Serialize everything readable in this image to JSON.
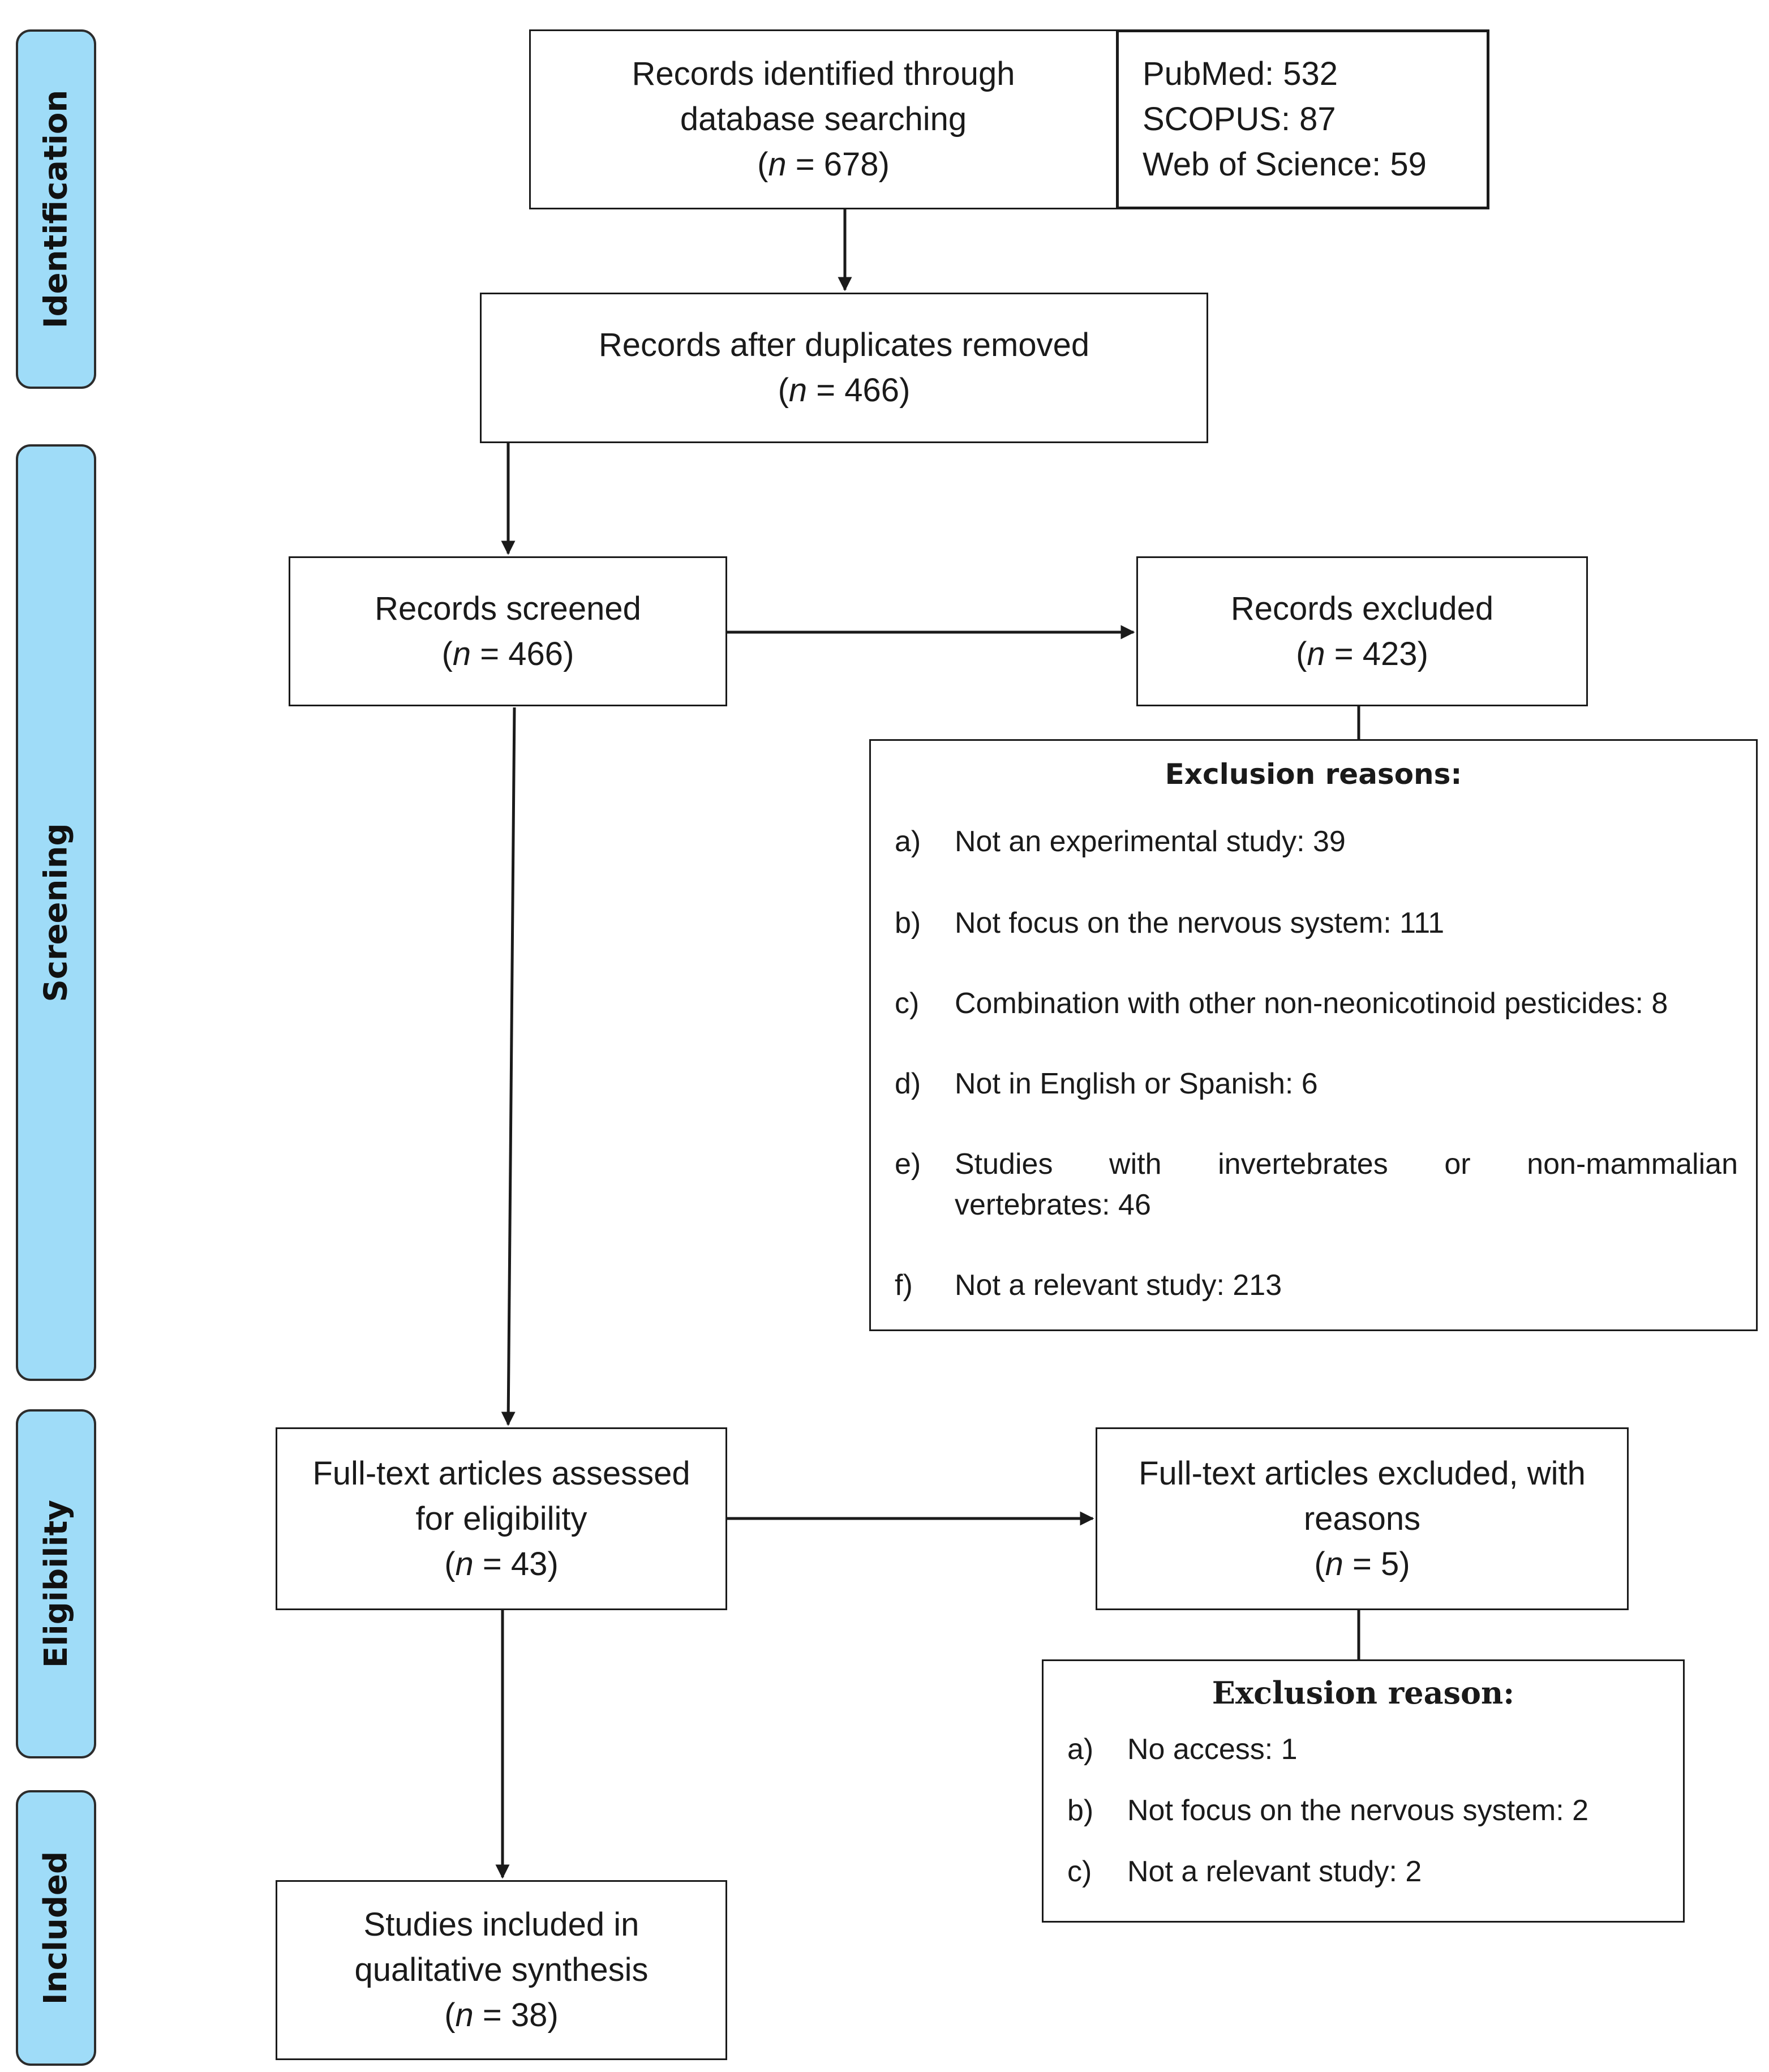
{
  "phases": {
    "identification": "Identification",
    "screening": "Screening",
    "eligibility": "Eligibility",
    "included": "Included"
  },
  "identified": {
    "text_line1": "Records identified through",
    "text_line2": "database searching",
    "n": "678"
  },
  "sources": [
    "PubMed: 532",
    "SCOPUS: 87",
    "Web of Science: 59"
  ],
  "deduplicated": {
    "text": "Records after duplicates removed",
    "n": "466"
  },
  "screened": {
    "text": "Records screened",
    "n": "466"
  },
  "excluded": {
    "text": "Records excluded",
    "n": "423"
  },
  "exclusion_reasons": {
    "title": "Exclusion reasons:",
    "items": [
      {
        "label": "a)",
        "text": "Not an experimental study: 39"
      },
      {
        "label": "b)",
        "text": "Not focus on the nervous system: 111"
      },
      {
        "label": "c)",
        "text": "Combination with other non-neonicotinoid pesticides: 8"
      },
      {
        "label": "d)",
        "text": "Not in English or Spanish: 6"
      },
      {
        "label": "e)",
        "text_line1": "Studies with invertebrates or non-mammalian",
        "text_line2": "vertebrates: 46"
      },
      {
        "label": "f)",
        "text": "Not a relevant study: 213"
      }
    ]
  },
  "fulltext_assessed": {
    "text_line1": "Full-text articles assessed",
    "text_line2": "for eligibility",
    "n": "43"
  },
  "fulltext_excluded": {
    "text_line1": "Full-text articles excluded, with",
    "text_line2": "reasons",
    "n": "5"
  },
  "exclusion_reason": {
    "title": "Exclusion reason:",
    "items": [
      {
        "label": "a)",
        "text": "No access: 1"
      },
      {
        "label": "b)",
        "text": "Not focus on the nervous system: 2"
      },
      {
        "label": "c)",
        "text": "Not a relevant study: 2"
      }
    ]
  },
  "included": {
    "text_line1": "Studies included in",
    "text_line2": "qualitative synthesis",
    "n": "38"
  },
  "n_prefix": "n",
  "n_equals": " = "
}
